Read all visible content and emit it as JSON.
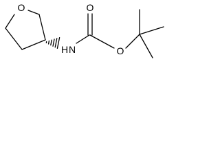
{
  "molecule": {
    "atoms": {
      "ring_oxygen": "O",
      "carbonyl_oxygen": "O",
      "ester_oxygen": "O",
      "amide_nitrogen": "N",
      "amide_hydrogen": "H"
    },
    "colors": {
      "bond": "#000000",
      "label": "#000000",
      "background": "#ffffff"
    }
  }
}
